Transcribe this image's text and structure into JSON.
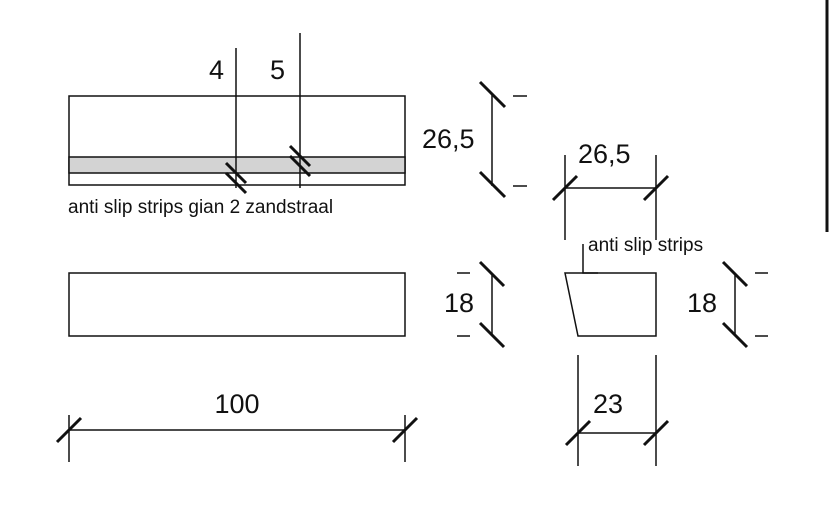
{
  "top_view": {
    "label_4": "4",
    "label_5": "5",
    "strip_note": "anti slip strips gian 2 zandstraal",
    "height_dim": "26,5",
    "strip_color": "#d3d3d3"
  },
  "section": {
    "width_dim": "26,5",
    "strip_note": "anti slip strips",
    "left_height_dim": "18",
    "right_height_dim": "18",
    "bottom_width_dim": "23"
  },
  "front_view": {
    "length_dim": "100"
  }
}
